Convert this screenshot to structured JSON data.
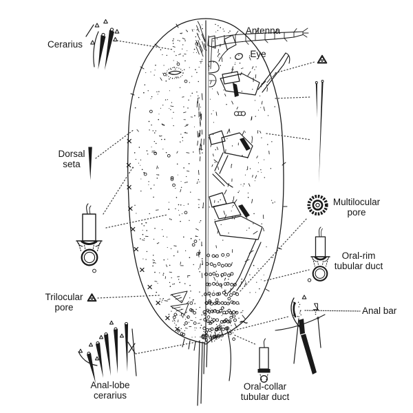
{
  "labels": {
    "cerarius": "Cerarius",
    "antenna": "Antenna",
    "eye": "Eye",
    "dorsal_seta": "Dorsal\nseta",
    "multilocular_pore": "Multilocular\npore",
    "oral_rim_tubular_duct": "Oral-rim\ntubular duct",
    "trilocular_pore": "Trilocular\npore",
    "anal_bar": "Anal bar",
    "anal_lobe_cerarius": "Anal-lobe\ncerarius",
    "oral_collar_tubular_duct": "Oral-collar\ntubular duct"
  },
  "icons": [
    "cerarius-icon",
    "dorsal-seta-icon",
    "oral-rim-tubular-duct-left-icon",
    "trilocular-pore-icon",
    "trilocular-pore-small-icon",
    "ventral-setae-icon",
    "multilocular-pore-icon",
    "oral-rim-tubular-duct-right-icon",
    "anal-lobe-anal-bar-detail-icon",
    "anal-lobe-cerarius-icon",
    "oral-collar-tubular-duct-icon"
  ],
  "colors": {
    "ink": "#1a1a1a",
    "leader": "#3c3c3c",
    "background": "#ffffff"
  }
}
